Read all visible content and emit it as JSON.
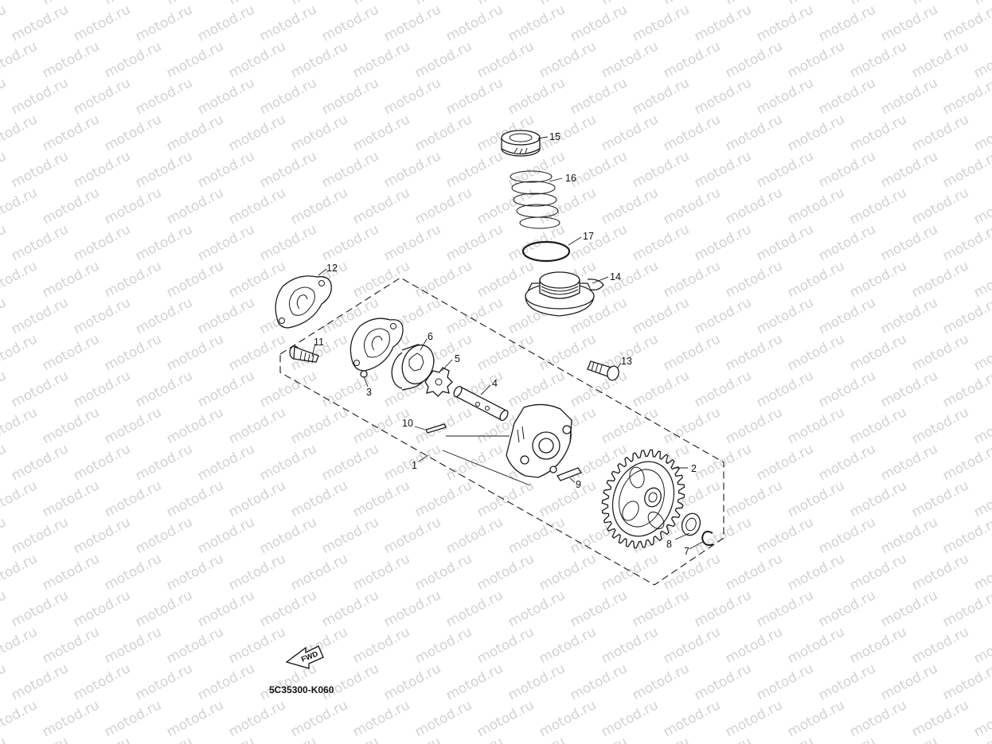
{
  "watermark": {
    "text": "motod.ru",
    "color": "#d2d2d2"
  },
  "diagram": {
    "code": "5C35300-K060",
    "fwd_label": "FWD",
    "callouts": {
      "c1": "1",
      "c2": "2",
      "c3": "3",
      "c4": "4",
      "c5": "5",
      "c6": "6",
      "c7": "7",
      "c8": "8",
      "c9": "9",
      "c10": "10",
      "c11": "11",
      "c12": "12",
      "c13": "13",
      "c14": "14",
      "c15": "15",
      "c16": "16",
      "c17": "17"
    }
  }
}
